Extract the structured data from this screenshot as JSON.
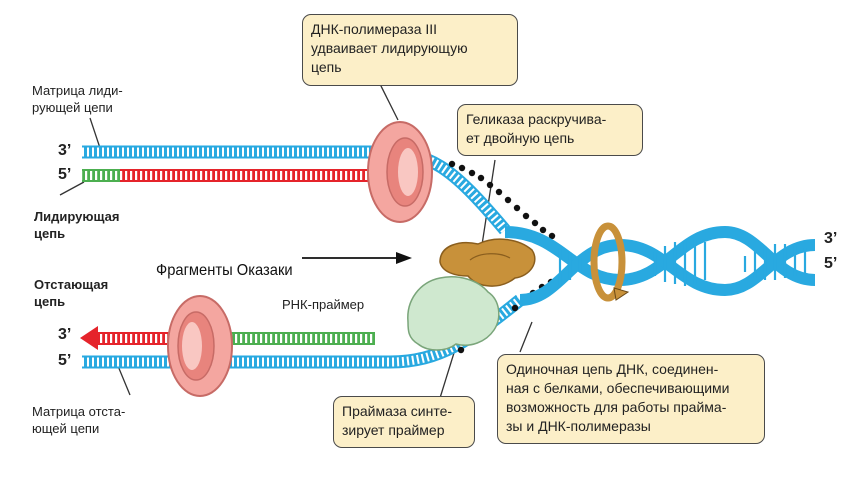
{
  "labels": {
    "leading_template": "Матрица лиди-\nрующей цепи",
    "leading_strand": "Лидирующая\nцепь",
    "lagging_strand": "Отстающая\nцепь",
    "lagging_template": "Матрица отста-\nющей цепи",
    "okazaki_fragments": "Фрагменты Оказаки",
    "rna_primer": "РНК-праймер"
  },
  "ends": {
    "top_3": "3’",
    "top_5": "5’",
    "bottom_3": "3’",
    "bottom_5": "5’",
    "right_3": "3’",
    "right_5": "5’"
  },
  "callouts": {
    "polymerase": "ДНК-полимераза III\nудваивает лидирующую\nцепь",
    "helicase": "Геликаза раскручива-\nет двойную цепь",
    "ssb": "Одиночная цепь ДНК, соединен-\nная с белками, обеспечивающими\nвозможность для работы праймa-\nзы и ДНК-полимеразы",
    "primase": "Праймаза синте-\nзирует праймер"
  },
  "colors": {
    "template_blue": "#29a9e0",
    "new_red": "#e5242b",
    "primer_green": "#4caf50",
    "polymerase_pink": "#f4a6a0",
    "helicase_tan": "#c8913a",
    "primase_green": "#cfe8cf",
    "callout_fill": "#fcefc8"
  }
}
